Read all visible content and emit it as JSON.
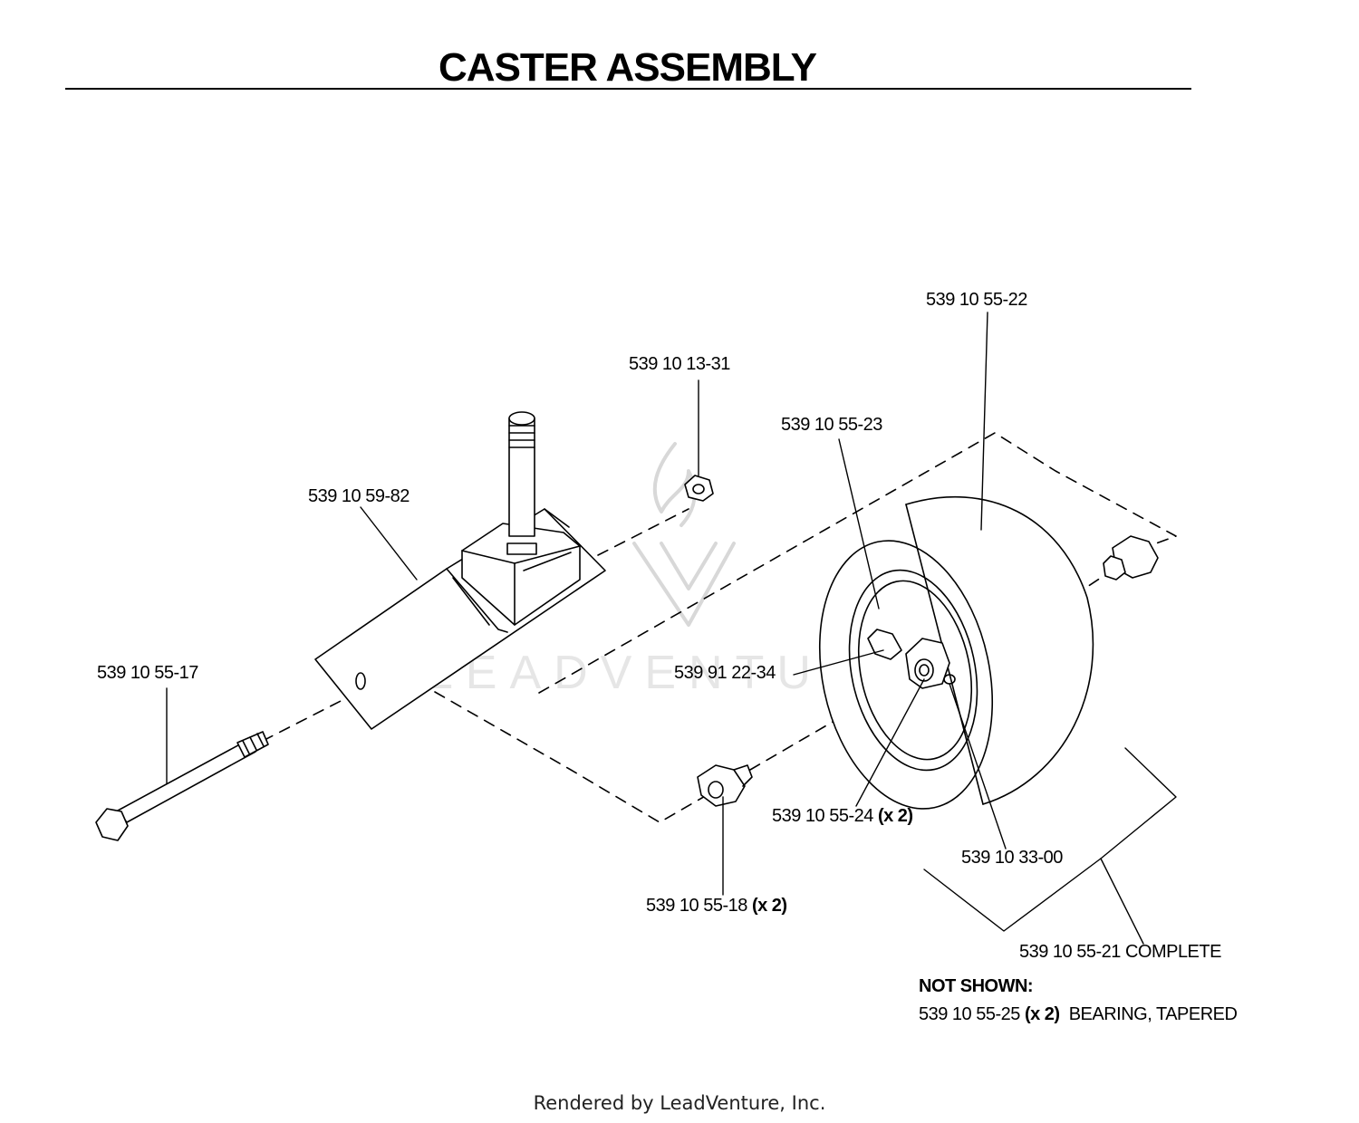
{
  "title": "CASTER ASSEMBLY",
  "callouts": [
    {
      "part": "539 10 55-22",
      "qty": ""
    },
    {
      "part": "539 10 13-31",
      "qty": ""
    },
    {
      "part": "539 10 55-23",
      "qty": ""
    },
    {
      "part": "539 10 59-82",
      "qty": ""
    },
    {
      "part": "539 10 55-17",
      "qty": ""
    },
    {
      "part": "539 91 22-34",
      "qty": ""
    },
    {
      "part": "539 10 55-24",
      "qty": "(x 2)"
    },
    {
      "part": "539 10 33-00",
      "qty": ""
    },
    {
      "part": "539 10 55-18",
      "qty": "(x 2)"
    },
    {
      "part": "539 10 55-21 COMPLETE",
      "qty": ""
    }
  ],
  "not_shown": {
    "heading": "NOT SHOWN:",
    "part": "539 10 55-25",
    "qty": "(x 2)",
    "desc": "BEARING, TAPERED"
  },
  "watermark": "LEADVENTURE",
  "footer": "Rendered by LeadVenture, Inc."
}
